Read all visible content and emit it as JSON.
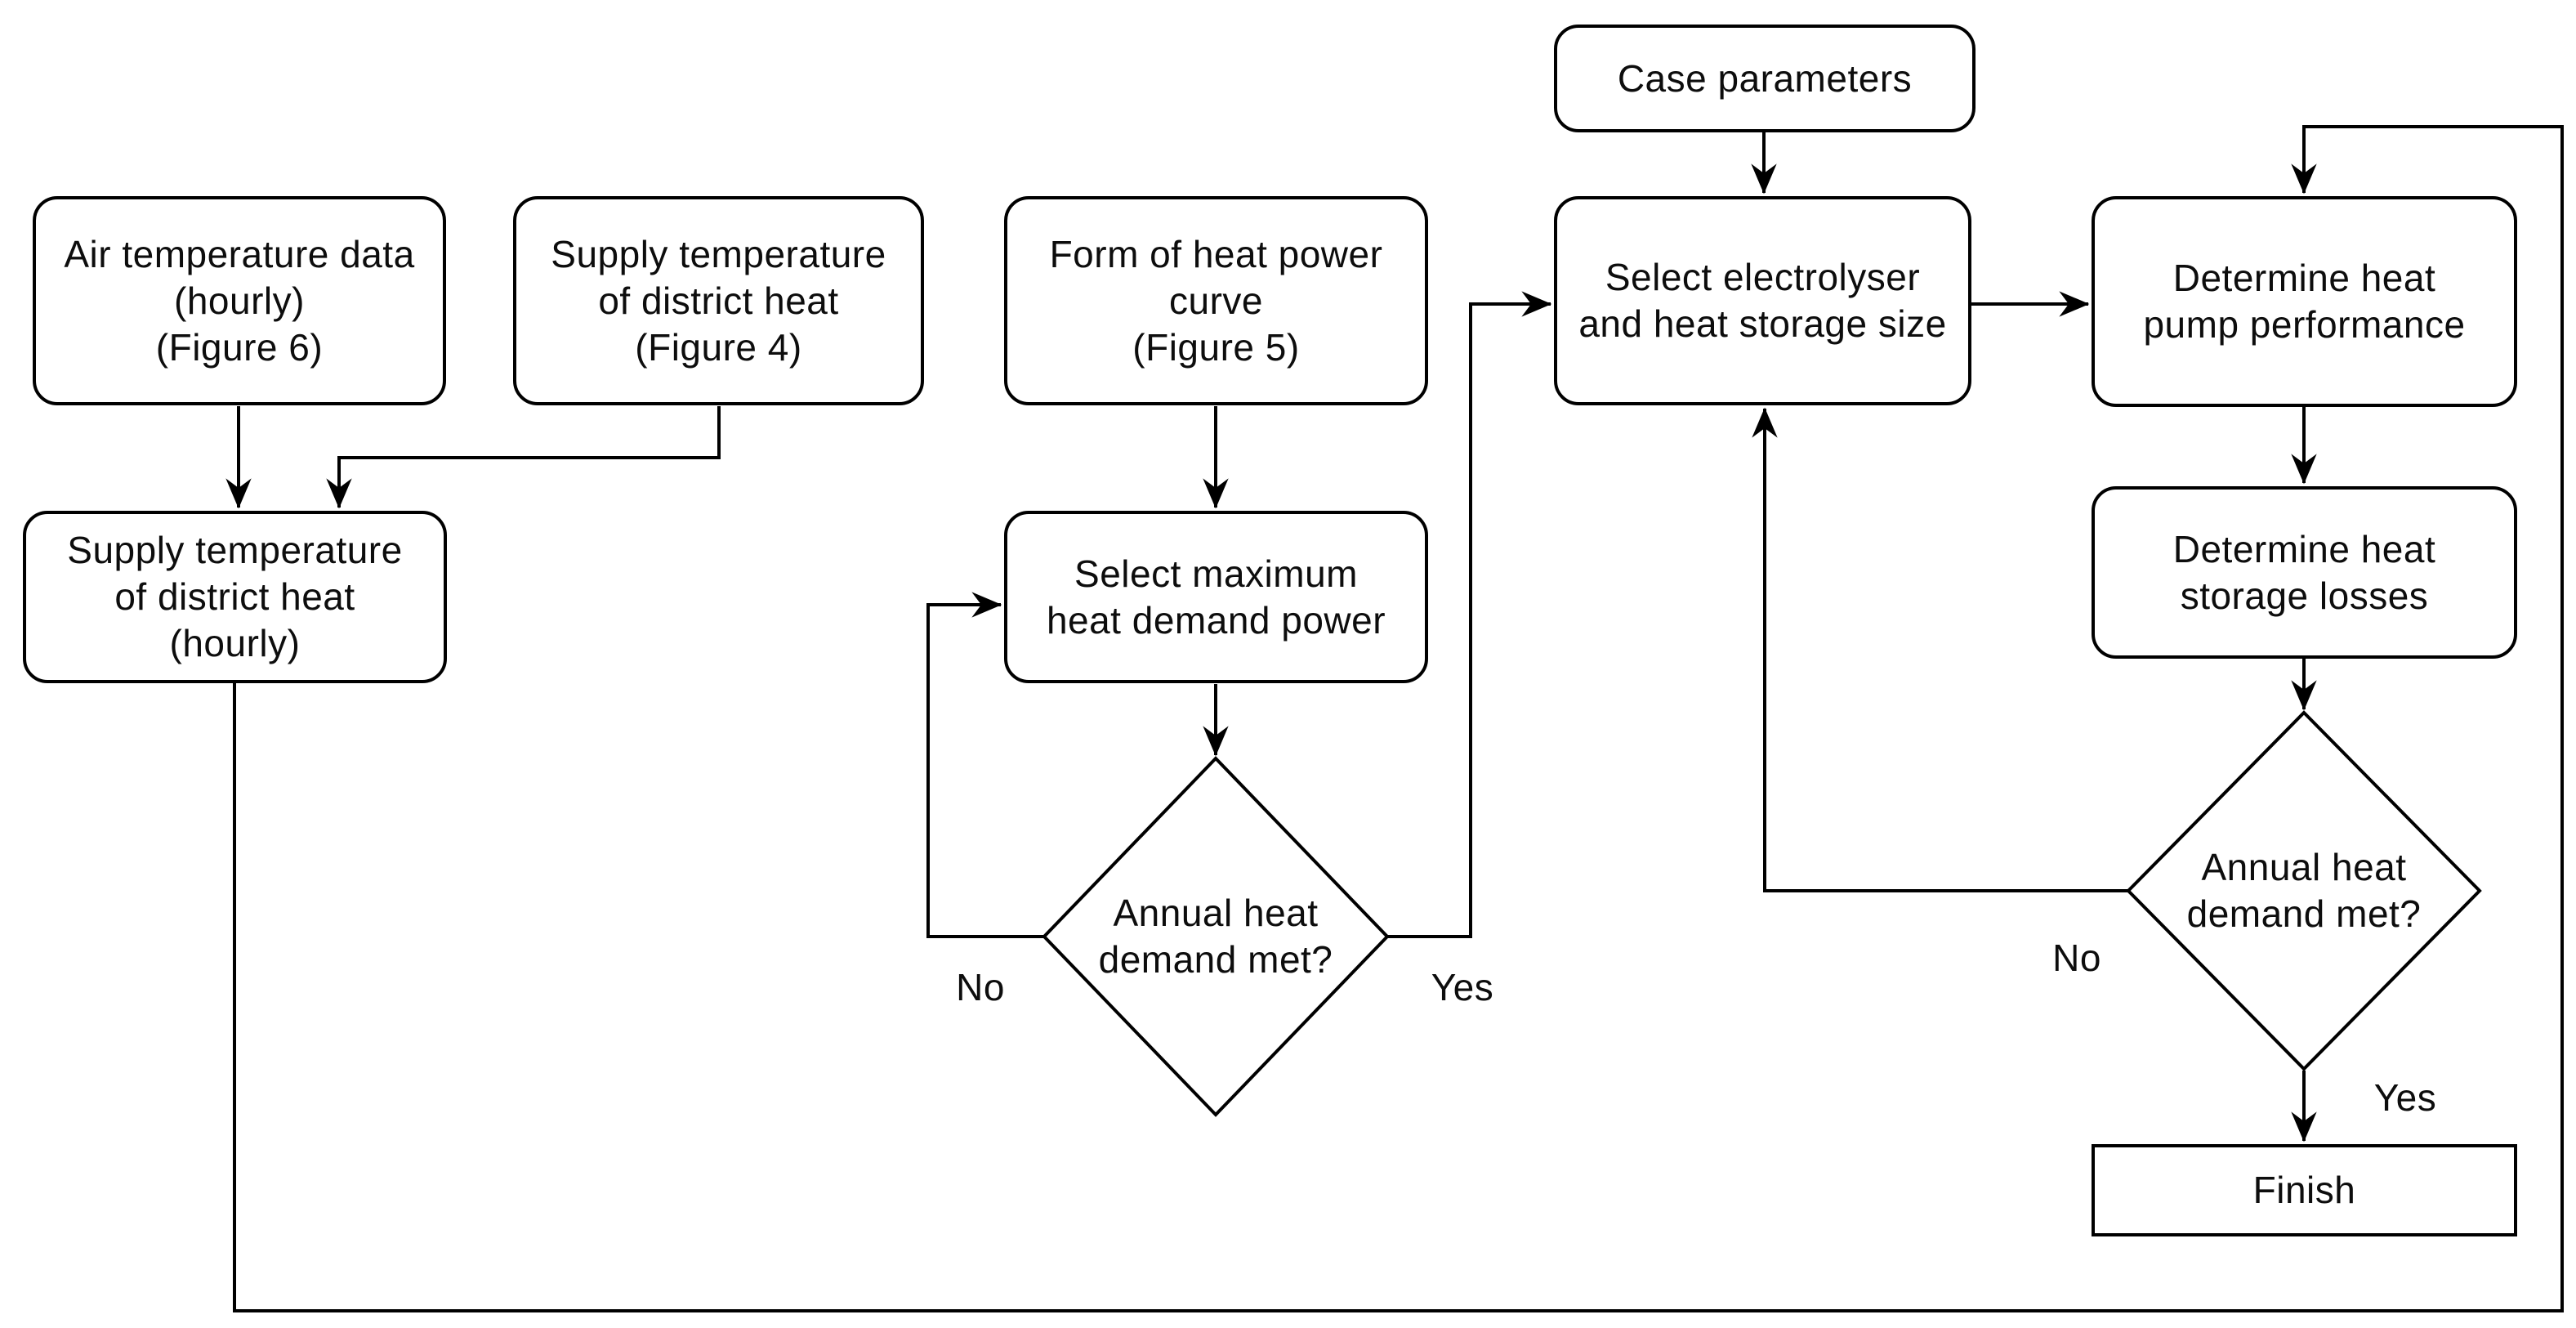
{
  "diagram": {
    "colors": {
      "stroke": "#000000",
      "node_fill": "#ffffff",
      "background": "#ffffff",
      "text": "#0d0d0d"
    },
    "nodes": {
      "air_temp": {
        "type": "process",
        "label": "Air temperature data\n(hourly)\n(Figure 6)"
      },
      "supply_district_fig4": {
        "type": "process",
        "label": "Supply temperature\nof district heat\n(Figure 4)"
      },
      "form_curve": {
        "type": "process",
        "label": "Form of heat power\ncurve\n(Figure 5)"
      },
      "case_parameters": {
        "type": "process",
        "label": "Case parameters"
      },
      "select_electrolyser": {
        "type": "process",
        "label": "Select electrolyser\nand heat storage size"
      },
      "determine_pump": {
        "type": "process",
        "label": "Determine heat\npump performance"
      },
      "supply_district_hourly": {
        "type": "process",
        "label": "Supply temperature\nof district heat\n(hourly)"
      },
      "select_max_power": {
        "type": "process",
        "label": "Select maximum\nheat demand power"
      },
      "determine_losses": {
        "type": "process",
        "label": "Determine heat\nstorage losses"
      },
      "annual_demand_1": {
        "type": "decision",
        "label": "Annual heat\ndemand met?"
      },
      "annual_demand_2": {
        "type": "decision",
        "label": "Annual heat\ndemand met?"
      },
      "finish": {
        "type": "terminator",
        "label": "Finish"
      }
    },
    "edge_labels": {
      "no_1": "No",
      "yes_1": "Yes",
      "no_2": "No",
      "yes_2": "Yes"
    }
  }
}
